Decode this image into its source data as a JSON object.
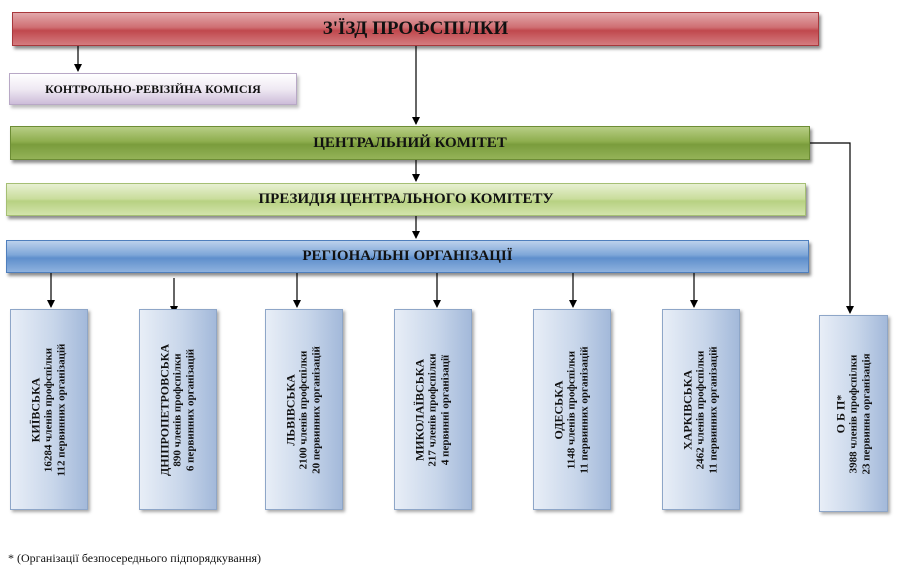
{
  "congress": {
    "label": "З'ЇЗД  ПРОФСПІЛКИ"
  },
  "audit": {
    "label": "КОНТРОЛЬНО-РЕВІЗІЙНА КОМІСІЯ"
  },
  "central": {
    "label": "ЦЕНТРАЛЬНИЙ КОМІТЕТ"
  },
  "presidium": {
    "label": "ПРЕЗИДІЯ ЦЕНТРАЛЬНОГО КОМІТЕТУ"
  },
  "regional": {
    "label": "РЕГІОНАЛЬНІ ОРГАНІЗАЦІЇ"
  },
  "organizations": [
    {
      "name": "КИЇВСЬКА",
      "members": "16284 членів профспілки",
      "units": "112 первинних організацій"
    },
    {
      "name": "ДНІПРОПЕТРОВСЬКА",
      "members": "890 членів профспілки",
      "units": "6 первинних організацій"
    },
    {
      "name": "ЛЬВІВСЬКА",
      "members": "2100 членів профспілки",
      "units": "20 первинних організацій"
    },
    {
      "name": "МИКОЛАЇВСЬКА",
      "members": "217 членів профспілки",
      "units": "4 первинні організації"
    },
    {
      "name": "ОДЕСЬКА",
      "members": "1148 членів профспілки",
      "units": "11 первинних організацій"
    },
    {
      "name": "ХАРКІВСЬКА",
      "members": "2462 членів профспілки",
      "units": "11 первинних організацій"
    },
    {
      "name": "О Б П*",
      "members": "3988 членів профспілки",
      "units": "23 первинна організація"
    }
  ],
  "footnote": "* (Організації безпосереднього підпорядкування)"
}
